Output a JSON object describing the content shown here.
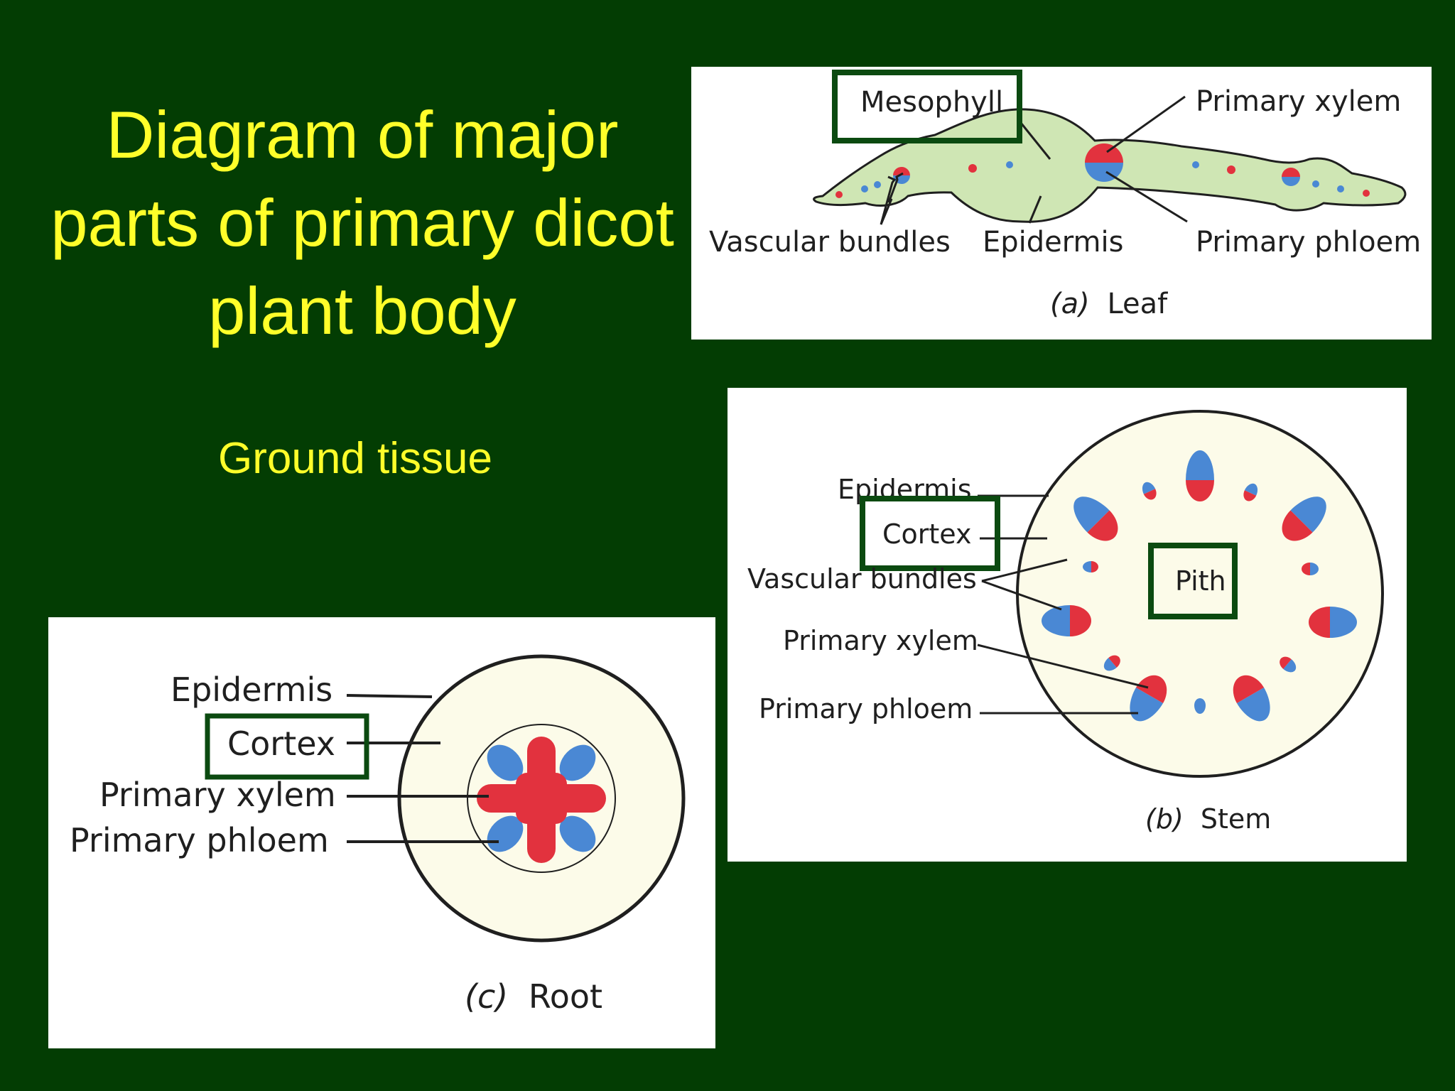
{
  "slide": {
    "title_lines": [
      "Diagram of major",
      "parts of primary dicot",
      "plant body"
    ],
    "subtitle": "Ground tissue"
  },
  "colors": {
    "background": "#033d03",
    "title": "#ffff2a",
    "highlight_box": "#0b4a10",
    "xylem": "#e2323e",
    "phloem": "#4a88d4",
    "leaf_fill": "#cfe6b4",
    "stem_root_fill": "#fcfbe9"
  },
  "leaf": {
    "labels": {
      "mesophyll": "Mesophyll",
      "primary_xylem": "Primary xylem",
      "vascular_bundles": "Vascular bundles",
      "epidermis": "Epidermis",
      "primary_phloem": "Primary phloem"
    },
    "caption_letter": "(a)",
    "caption_name": "Leaf"
  },
  "stem": {
    "labels": {
      "epidermis": "Epidermis",
      "cortex": "Cortex",
      "vascular_bundles": "Vascular bundles",
      "primary_xylem": "Primary xylem",
      "primary_phloem": "Primary phloem",
      "pith": "Pith"
    },
    "caption_letter": "(b)",
    "caption_name": "Stem"
  },
  "root": {
    "labels": {
      "epidermis": "Epidermis",
      "cortex": "Cortex",
      "primary_xylem": "Primary xylem",
      "primary_phloem": "Primary phloem"
    },
    "caption_letter": "(c)",
    "caption_name": "Root"
  }
}
